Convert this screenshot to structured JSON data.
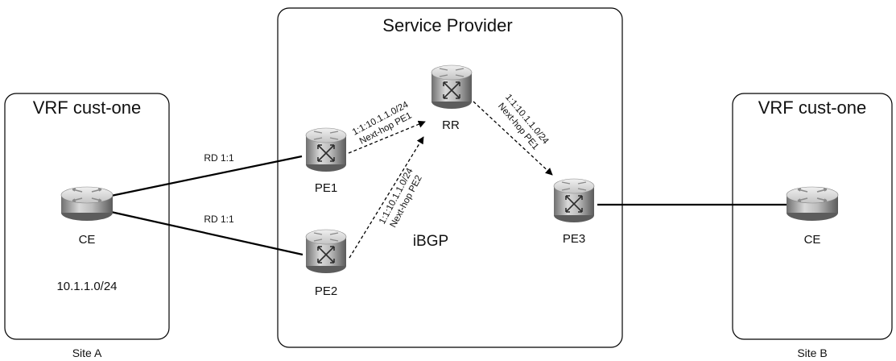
{
  "site_a": {
    "title": "VRF cust-one",
    "ce_label": "CE",
    "prefix": "10.1.1.0/24",
    "site_label": "Site A"
  },
  "provider": {
    "title": "Service Provider",
    "protocol_label": "iBGP",
    "routers": {
      "pe1": "PE1",
      "pe2": "PE2",
      "rr": "RR",
      "pe3": "PE3"
    }
  },
  "site_b": {
    "title": "VRF cust-one",
    "ce_label": "CE",
    "site_label": "Site B"
  },
  "links": {
    "ce_pe1_rd": "RD 1:1",
    "ce_pe2_rd": "RD 1:1"
  },
  "updates": {
    "pe1_to_rr": {
      "prefix": "1:1:10.1.1.0/24",
      "next_hop": "Next-hop PE1"
    },
    "pe2_to_rr": {
      "prefix": "1:1:10.1.1.0/24",
      "next_hop": "Next-hop PE2"
    },
    "rr_to_pe3": {
      "prefix": "1:1:10.1.1.0/24",
      "next_hop": "Next-hop PE1"
    }
  },
  "icons": {
    "ce_router": "router-icon",
    "pe_router": "router-with-x-icon"
  }
}
